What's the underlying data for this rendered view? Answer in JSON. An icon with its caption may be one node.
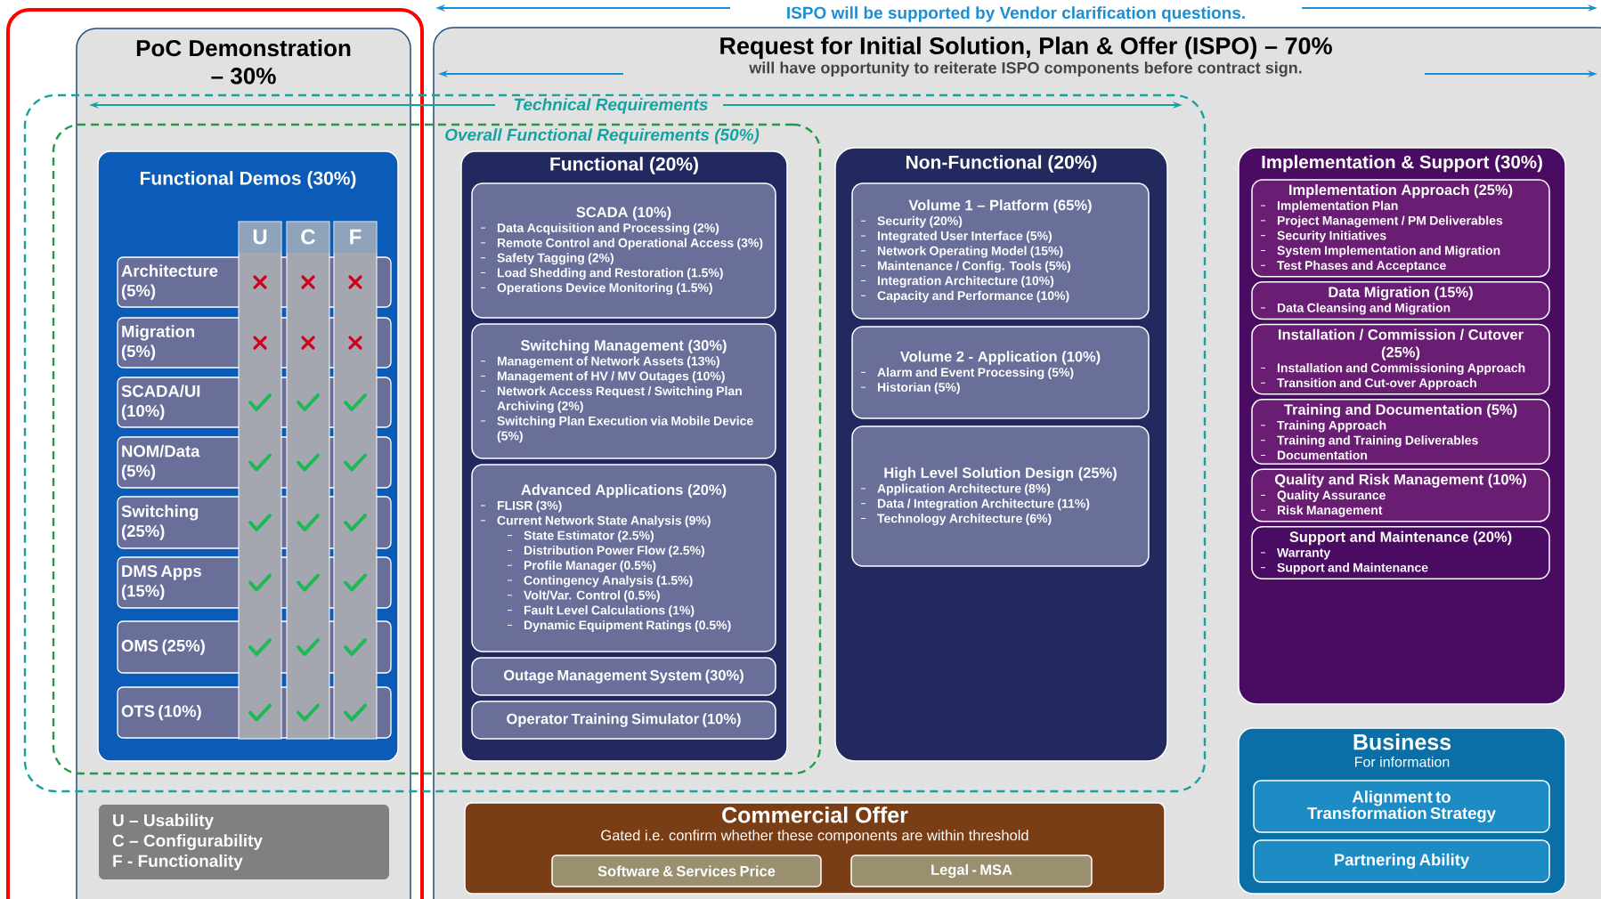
{
  "diagram": {
    "nodes": [
      {
        "text": [
          "PoC Demonstration – 30%"
        ]
      },
      {
        "text": [
          "Request for Initial Solution, Plan & Offer (ISPO) – 70%",
          "will have opportunity to reiterate ISPO components before contract sign."
        ]
      },
      {
        "text": [
          "Technical Requirements"
        ]
      },
      {
        "text": [
          "Overall Functional Requirements (50%)"
        ],
        "in": 2
      },
      {
        "text": [
          "Functional Demos (30%)"
        ]
      },
      {
        "text": [
          "U"
        ],
        "in": 4
      },
      {
        "text": [
          "C"
        ],
        "in": 4
      },
      {
        "text": [
          "F"
        ],
        "in": 4
      },
      {
        "text": [
          "Architecture (5%)"
        ],
        "in": 4
      },
      {
        "text": [
          "Migration (5%)"
        ],
        "in": 4
      },
      {
        "text": [
          "SCADA/UI (10%)"
        ],
        "in": 4
      },
      {
        "text": [
          "NOM/Data (5%)"
        ],
        "in": 4
      },
      {
        "text": [
          "Switching (25%)"
        ],
        "in": 4
      },
      {
        "text": [
          "DMS Apps (15%)"
        ],
        "in": 4
      },
      {
        "text": [
          "OMS (25%)"
        ],
        "in": 4
      },
      {
        "text": [
          "OTS (10%)"
        ],
        "in": 4
      },
      {
        "text": [
          "U – Usability",
          "C – Configurability",
          "F - Functionality"
        ],
        "in": 0
      },
      {
        "text": [
          "Functional (20%)"
        ]
      },
      {
        "text": [
          "SCADA (10%)",
          "Data Acquisition and Processing (2%)",
          "Remote Control and Operational Access (3%)",
          "Safety Tagging (2%)",
          "Load Shedding and Restoration (1.5%)",
          "Operations Device Monitoring (1.5%)"
        ],
        "in": 17
      },
      {
        "text": [
          "Switching Management (30%)",
          "Management of Network Assets (13%)",
          "Management of HV / MV Outages (10%)",
          "Network Access Request / Switching Plan Archiving (2%)",
          "Switching Plan Execution via Mobile Device (5%)"
        ],
        "in": 17
      },
      {
        "text": [
          "Advanced Applications (20%)",
          "FLISR (3%)",
          "Current Network State Analysis (9%)",
          "State Estimator (2.5%)",
          "Distribution Power Flow (2.5%)",
          "Profile Manager (0.5%)",
          "Contingency Analysis (1.5%)",
          "Volt/Var. Control (0.5%)",
          "Fault Level Calculations (1%)",
          "Dynamic Equipment Ratings (0.5%)"
        ],
        "in": 17
      },
      {
        "text": [
          "Outage Management System (30%)"
        ],
        "in": 17
      },
      {
        "text": [
          "Operator Training Simulator (10%)"
        ],
        "in": 17
      },
      {
        "text": [
          "Non-Functional (20%)"
        ]
      },
      {
        "text": [
          "Volume 1 – Platform (65%)",
          "Security (20%)",
          "Integrated User Interface (5%)",
          "Network Operating Model (15%)",
          "Maintenance / Config. Tools (5%)",
          "Integration Architecture (10%)",
          "Capacity and Performance (10%)"
        ],
        "in": 23
      },
      {
        "text": [
          "Volume 2 - Application (10%)",
          "Alarm and Event Processing (5%)",
          "Historian (5%)"
        ],
        "in": 23
      },
      {
        "text": [
          "High Level Solution Design (25%)",
          "Application Architecture (8%)",
          "Data / Integration Architecture (11%)",
          "Technology Architecture (6%)"
        ],
        "in": 23
      },
      {
        "text": [
          "Implementation & Support (30%)"
        ],
        "in": 1
      },
      {
        "text": [
          "Implementation Approach (25%)",
          "Implementation Plan",
          "Project Management / PM Deliverables",
          "Security Initiatives",
          "System Implementation and Migration",
          "Test Phases and Acceptance"
        ],
        "in": 27
      },
      {
        "text": [
          "Data Migration (15%)",
          "Data Cleansing and Migration"
        ],
        "in": 27
      },
      {
        "text": [
          "Installation / Commission / Cutover (25%)",
          "Installation and Commissioning Approach",
          "Transition and Cut-over Approach"
        ],
        "in": 27
      },
      {
        "text": [
          "Training and Documentation (5%)",
          "Training Approach",
          "Training and Training Deliverables",
          "Documentation"
        ],
        "in": 27
      },
      {
        "text": [
          "Quality and Risk Management (10%)",
          "Quality Assurance",
          "Risk Management"
        ],
        "in": 27
      },
      {
        "text": [
          "Support and Maintenance (20%)",
          "Warranty",
          "Support and Maintenance"
        ],
        "in": 27
      },
      {
        "text": [
          "Business",
          "For information"
        ],
        "in": 1
      },
      {
        "text": [
          "Alignment to Transformation Strategy"
        ],
        "in": 34
      },
      {
        "text": [
          "Partnering Ability"
        ],
        "in": 34
      },
      {
        "text": [
          "Commercial Offer",
          "Gated i.e. confirm whether these components are within threshold"
        ],
        "in": 1
      },
      {
        "text": [
          "Software & Services Price"
        ],
        "in": 37
      },
      {
        "text": [
          "Legal - MSA"
        ],
        "in": 37
      }
    ],
    "labels": [
      "ISPO will be supported by Vendor clarification questions."
    ]
  }
}
